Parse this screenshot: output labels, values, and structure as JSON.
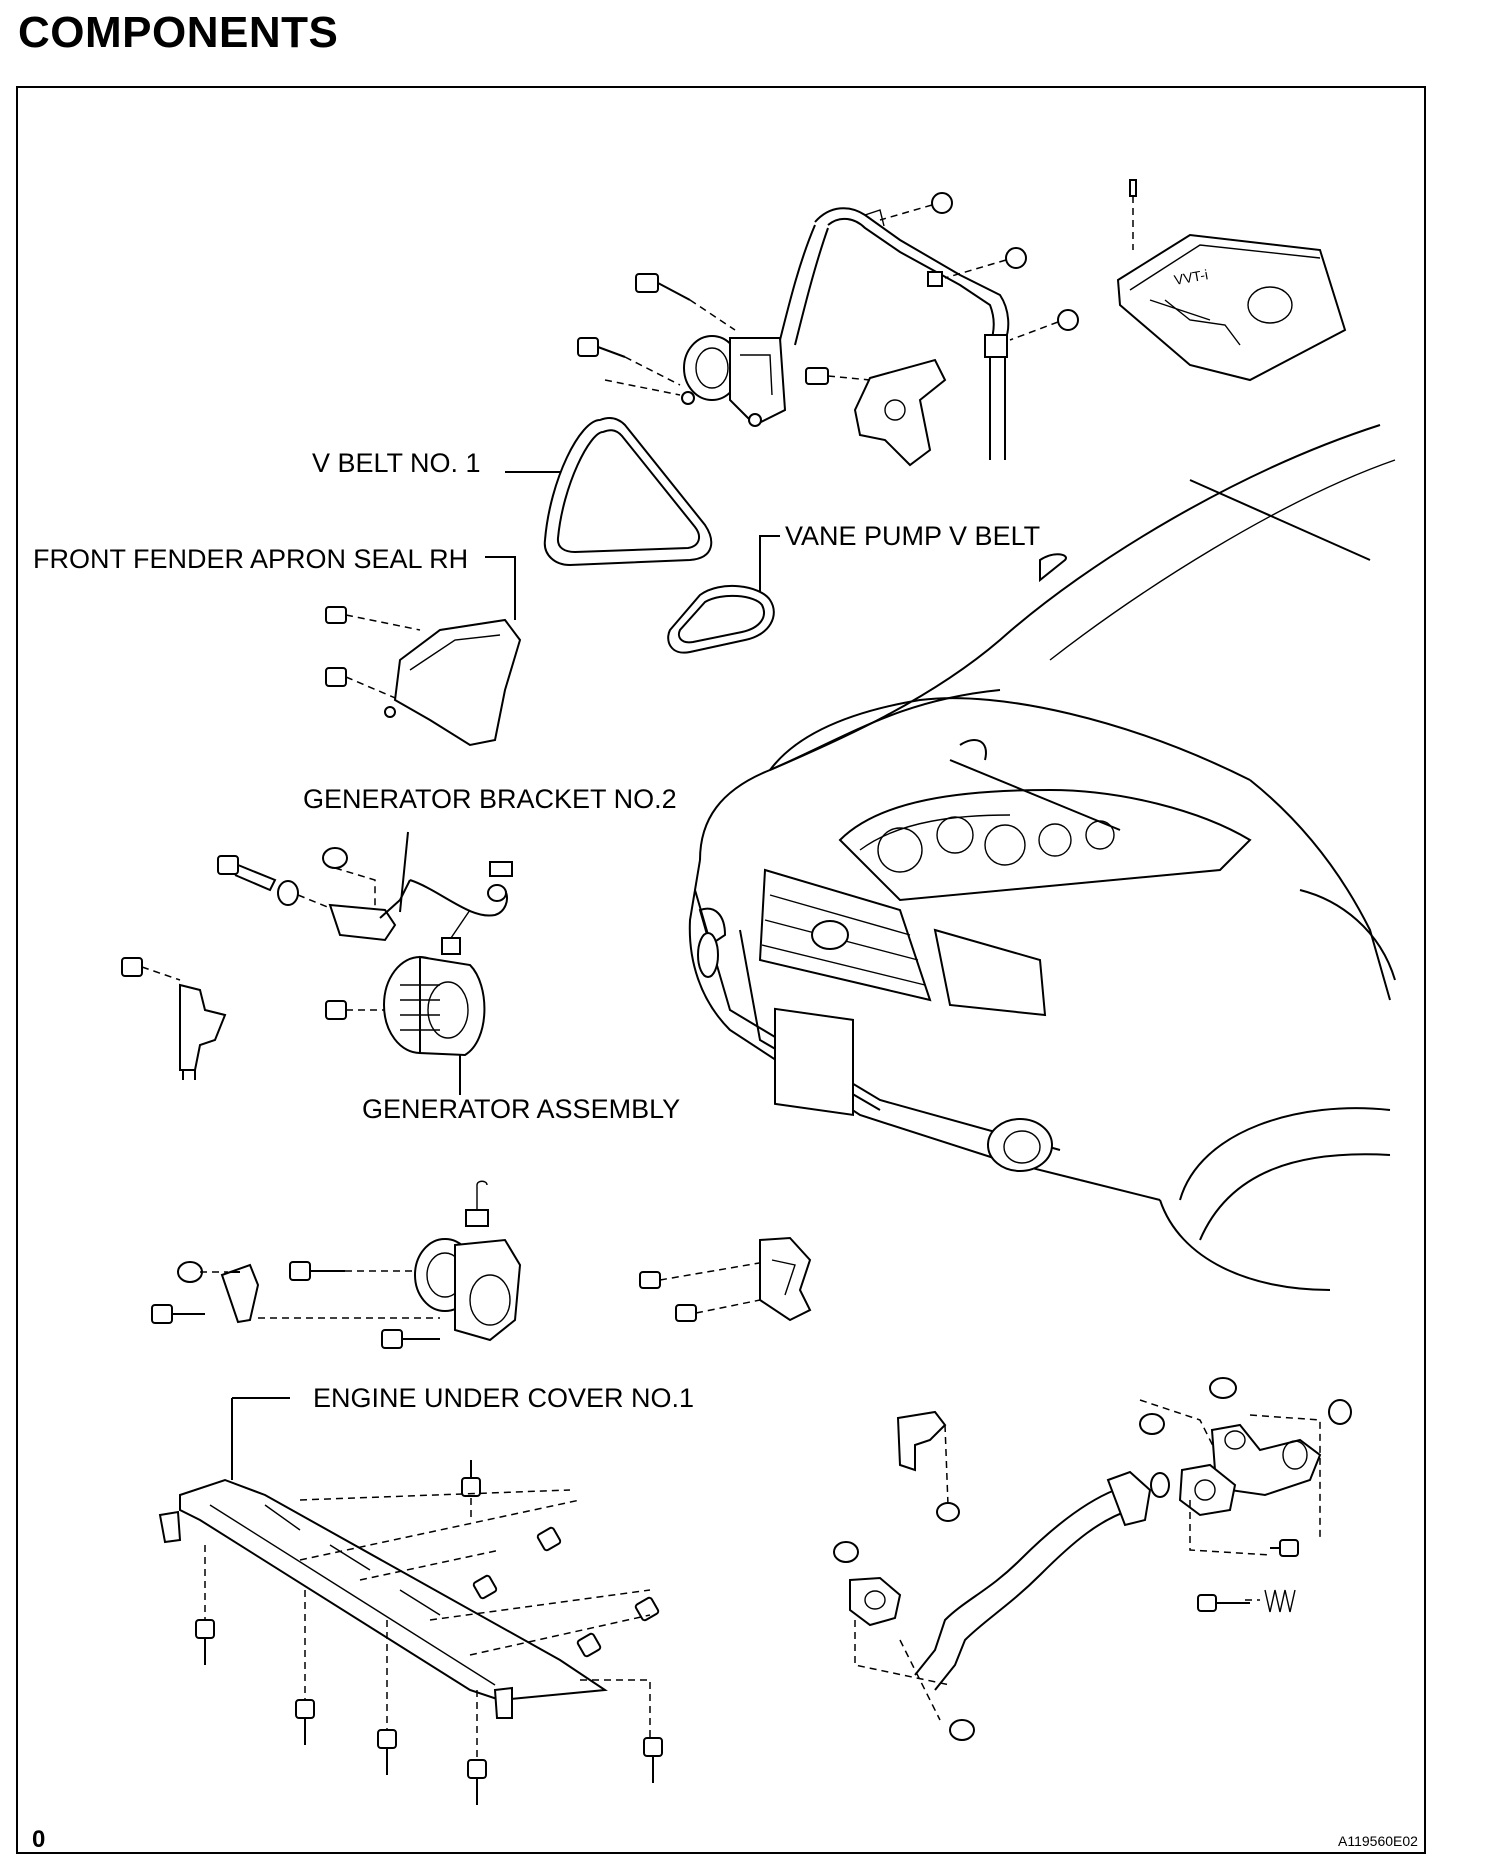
{
  "page_title": "COMPONENTS",
  "labels": {
    "v_belt_no1": "V BELT NO. 1",
    "vane_pump_v_belt": "VANE PUMP V BELT",
    "front_fender_apron_seal_rh": "FRONT FENDER APRON SEAL RH",
    "generator_bracket_no2": "GENERATOR BRACKET NO.2",
    "generator_assembly": "GENERATOR ASSEMBLY",
    "engine_under_cover_no1": "ENGINE UNDER COVER NO.1"
  },
  "footer": {
    "left_marker": "0",
    "figure_id": "A119560E02"
  }
}
